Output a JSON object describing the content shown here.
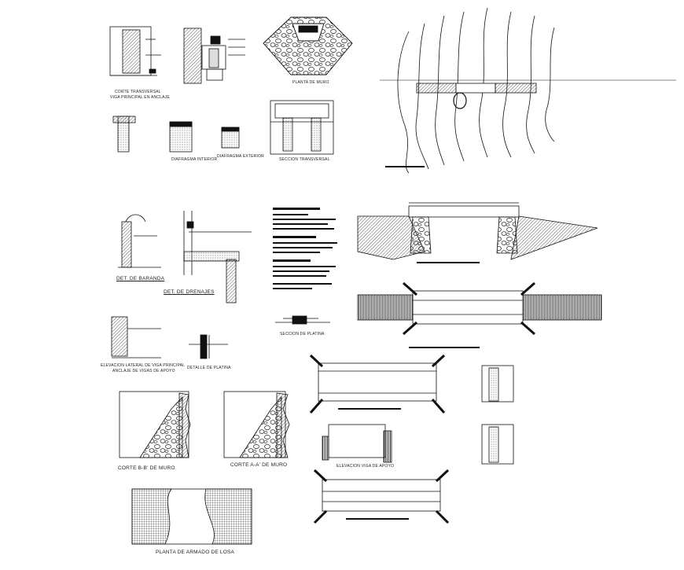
{
  "labels": {
    "corte_transversal": "CORTE TRANSVERSAL",
    "corte_transversal_sub": "VIGA PRINCIPAL EN ANCLAJE",
    "planta_muro": "PLANTA DE MURO",
    "seccion_transversal": "SECCION TRANSVERSAL",
    "diafragma_interior": "DIAFRAGMA INTERIOR",
    "diafragma_exterior": "DIAFRAGMA EXTERIOR",
    "det_baranda": "DET. DE BARANDA",
    "det_drenajes": "DET. DE DRENAJES",
    "seccion_platina": "SECCION DE PLATINA",
    "elevacion_lateral": "ELEVACION LATERAL DE VIGA PRINCIPAL",
    "elevacion_lateral_sub": "ANCLAJE DE VIGAS DE APOYO",
    "detalle_platina": "DETALLE DE PLATINA",
    "corte_bb": "CORTE B-B' DE MURO",
    "corte_aa": "CORTE A-A' DE MURO",
    "elevacion_viga_apoyo": "ELEVACION VIGA DE APOYO",
    "planta_armado_losa": "PLANTA DE ARMADO DE LOSA"
  }
}
